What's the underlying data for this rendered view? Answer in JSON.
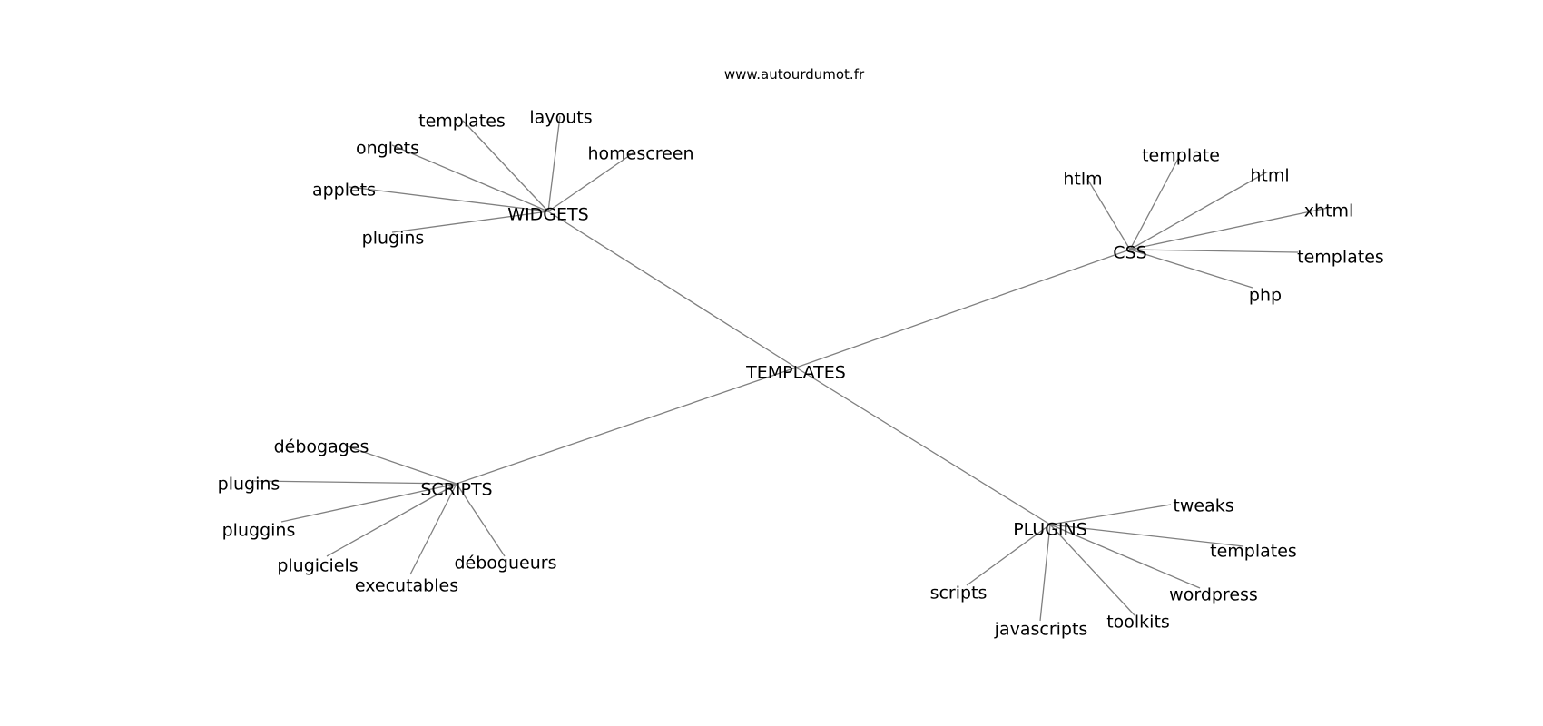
{
  "watermark": "www.autourdumot.fr",
  "colors": {
    "edge": "#808080",
    "text": "#000000",
    "background": "#ffffff"
  },
  "mindmap": {
    "root": "TEMPLATES",
    "groups": [
      {
        "hub": "WIDGETS",
        "leaves": [
          "templates",
          "layouts",
          "homescreen",
          "onglets",
          "applets",
          "plugins"
        ]
      },
      {
        "hub": "CSS",
        "leaves": [
          "htlm",
          "template",
          "html",
          "xhtml",
          "templates",
          "php"
        ]
      },
      {
        "hub": "SCRIPTS",
        "leaves": [
          "débogages",
          "plugins",
          "pluggins",
          "plugiciels",
          "executables",
          "débogueurs"
        ]
      },
      {
        "hub": "PLUGINS",
        "leaves": [
          "tweaks",
          "templates",
          "wordpress",
          "toolkits",
          "javascripts",
          "scripts"
        ]
      }
    ]
  }
}
